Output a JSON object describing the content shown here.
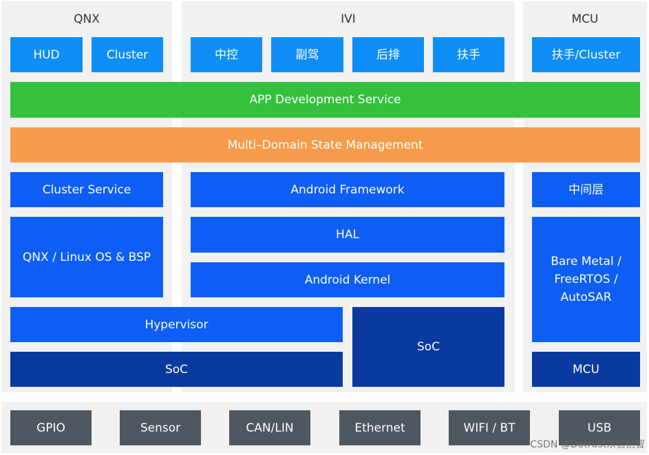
{
  "columns": {
    "qnx": {
      "title": "QNX"
    },
    "ivi": {
      "title": "IVI"
    },
    "mcu": {
      "title": "MCU"
    }
  },
  "apps": {
    "hud": "HUD",
    "cluster": "Cluster",
    "ivi_center": "中控",
    "ivi_copilot": "副驾",
    "ivi_rear": "后排",
    "ivi_armrest": "扶手",
    "mcu_armrest_cluster": "扶手/Cluster"
  },
  "layers": {
    "app_service": "APP Development Service",
    "state_management": "Multi–Domain State Management",
    "cluster_service": "Cluster Service",
    "android_framework": "Android Framework",
    "middleware": "中间层",
    "qnx_os": "QNX / Linux OS & BSP",
    "hal": "HAL",
    "android_kernel": "Android Kernel",
    "bare_metal": "Bare Metal / FreeRTOS / AutoSAR",
    "hypervisor": "Hypervisor",
    "soc_left": "SoC",
    "soc_right": "SoC",
    "mcu_chip": "MCU"
  },
  "peripherals": [
    "GPIO",
    "Sensor",
    "CAN/LIN",
    "Ethernet",
    "WIFI / BT",
    "USB"
  ],
  "watermark": "CSDN @Dotrust东信创智",
  "colors": {
    "app_blue": "#0f8df6",
    "layer_blue": "#0e5ef6",
    "soc_navy": "#0a3a9f",
    "service_green": "#33c13e",
    "state_orange": "#f59b4c",
    "peripheral_gray": "#4e5760",
    "panel_gray": "#f1f1f1"
  }
}
